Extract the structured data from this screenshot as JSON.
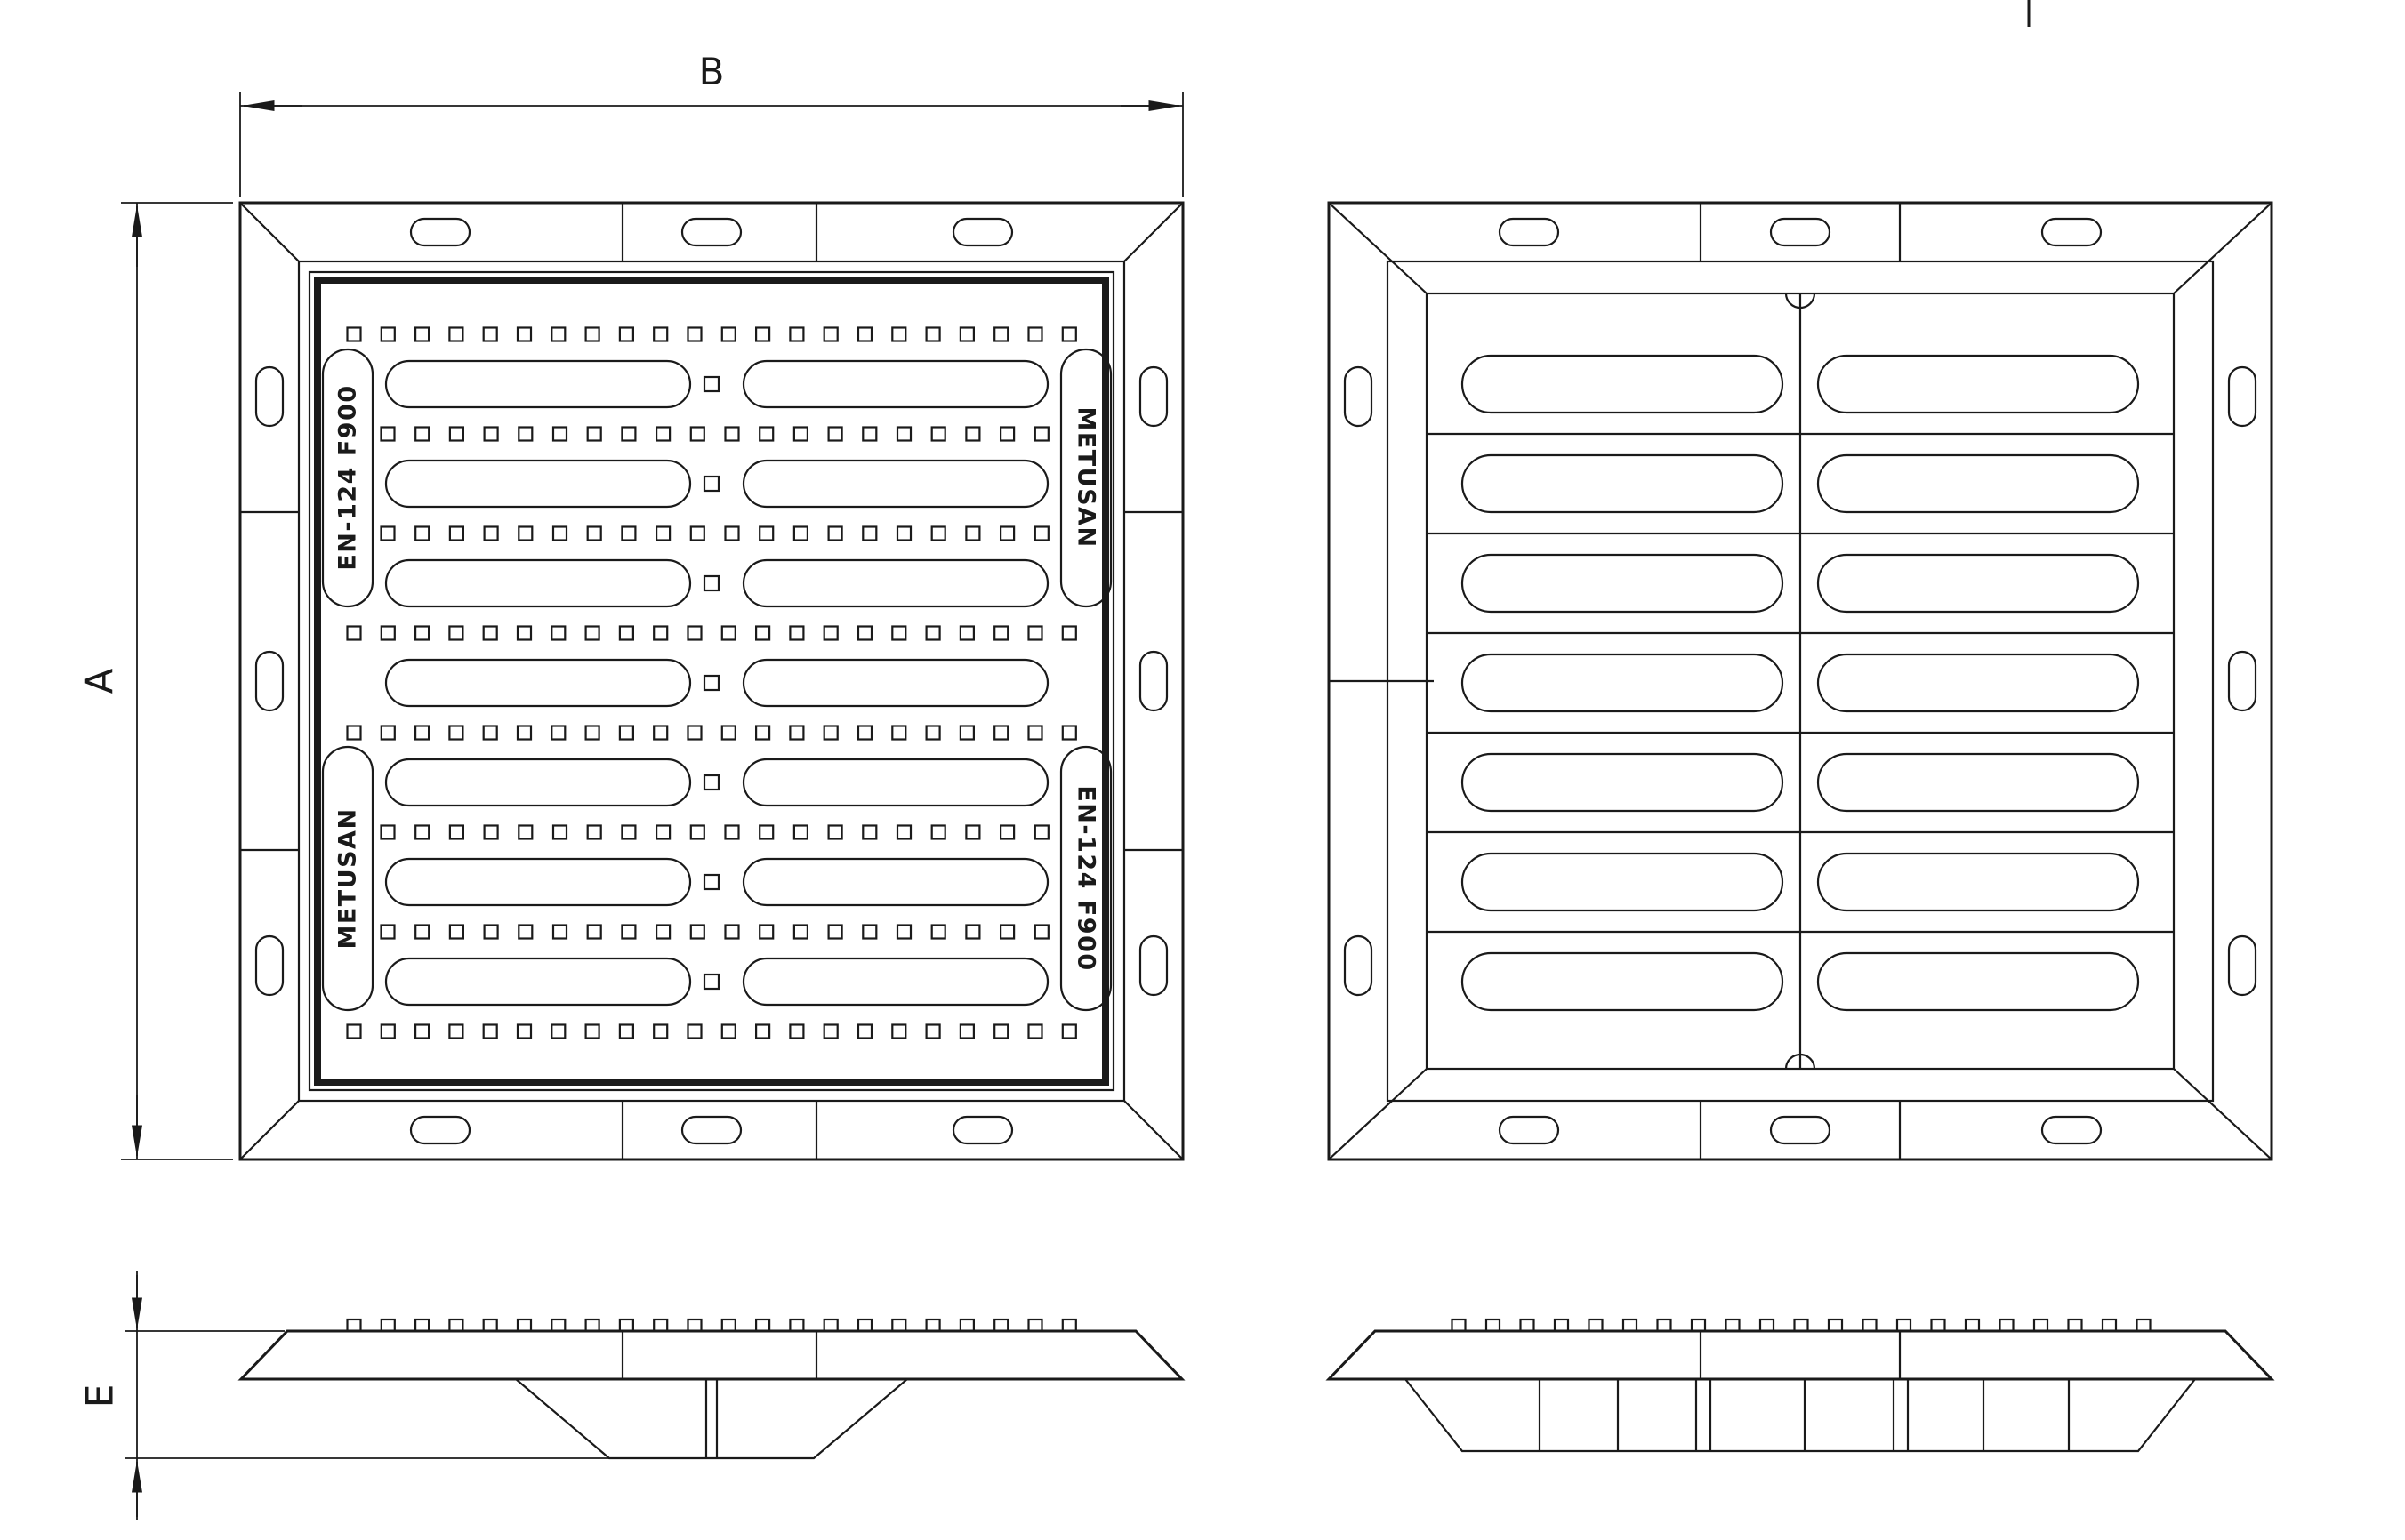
{
  "colors": {
    "ink": "#1a1a1a",
    "background": "#ffffff"
  },
  "drawing": {
    "dim_labels": {
      "a": "A",
      "b": "B",
      "e": "E"
    },
    "corner_labels": {
      "top_left": "EN-124  F900",
      "top_right": "METUSAN",
      "bottom_left": "METUSAN",
      "bottom_right": "EN-124  F900"
    },
    "markings": {
      "standard": "EN-124",
      "load_class": "F900",
      "brand": "METUSAN"
    },
    "pattern": {
      "slot_rows": 7,
      "slot_columns": 2,
      "stud_rows_total": 8,
      "stud_rows_full": [
        0,
        3,
        4,
        7
      ],
      "studs_per_full_row": 22,
      "studs_per_short_row": 20,
      "frame_ovals_top_bottom": 3,
      "frame_ovals_left_right": 3,
      "bottom_view_slot_rows": 7,
      "bottom_view_slot_columns": 2
    }
  }
}
